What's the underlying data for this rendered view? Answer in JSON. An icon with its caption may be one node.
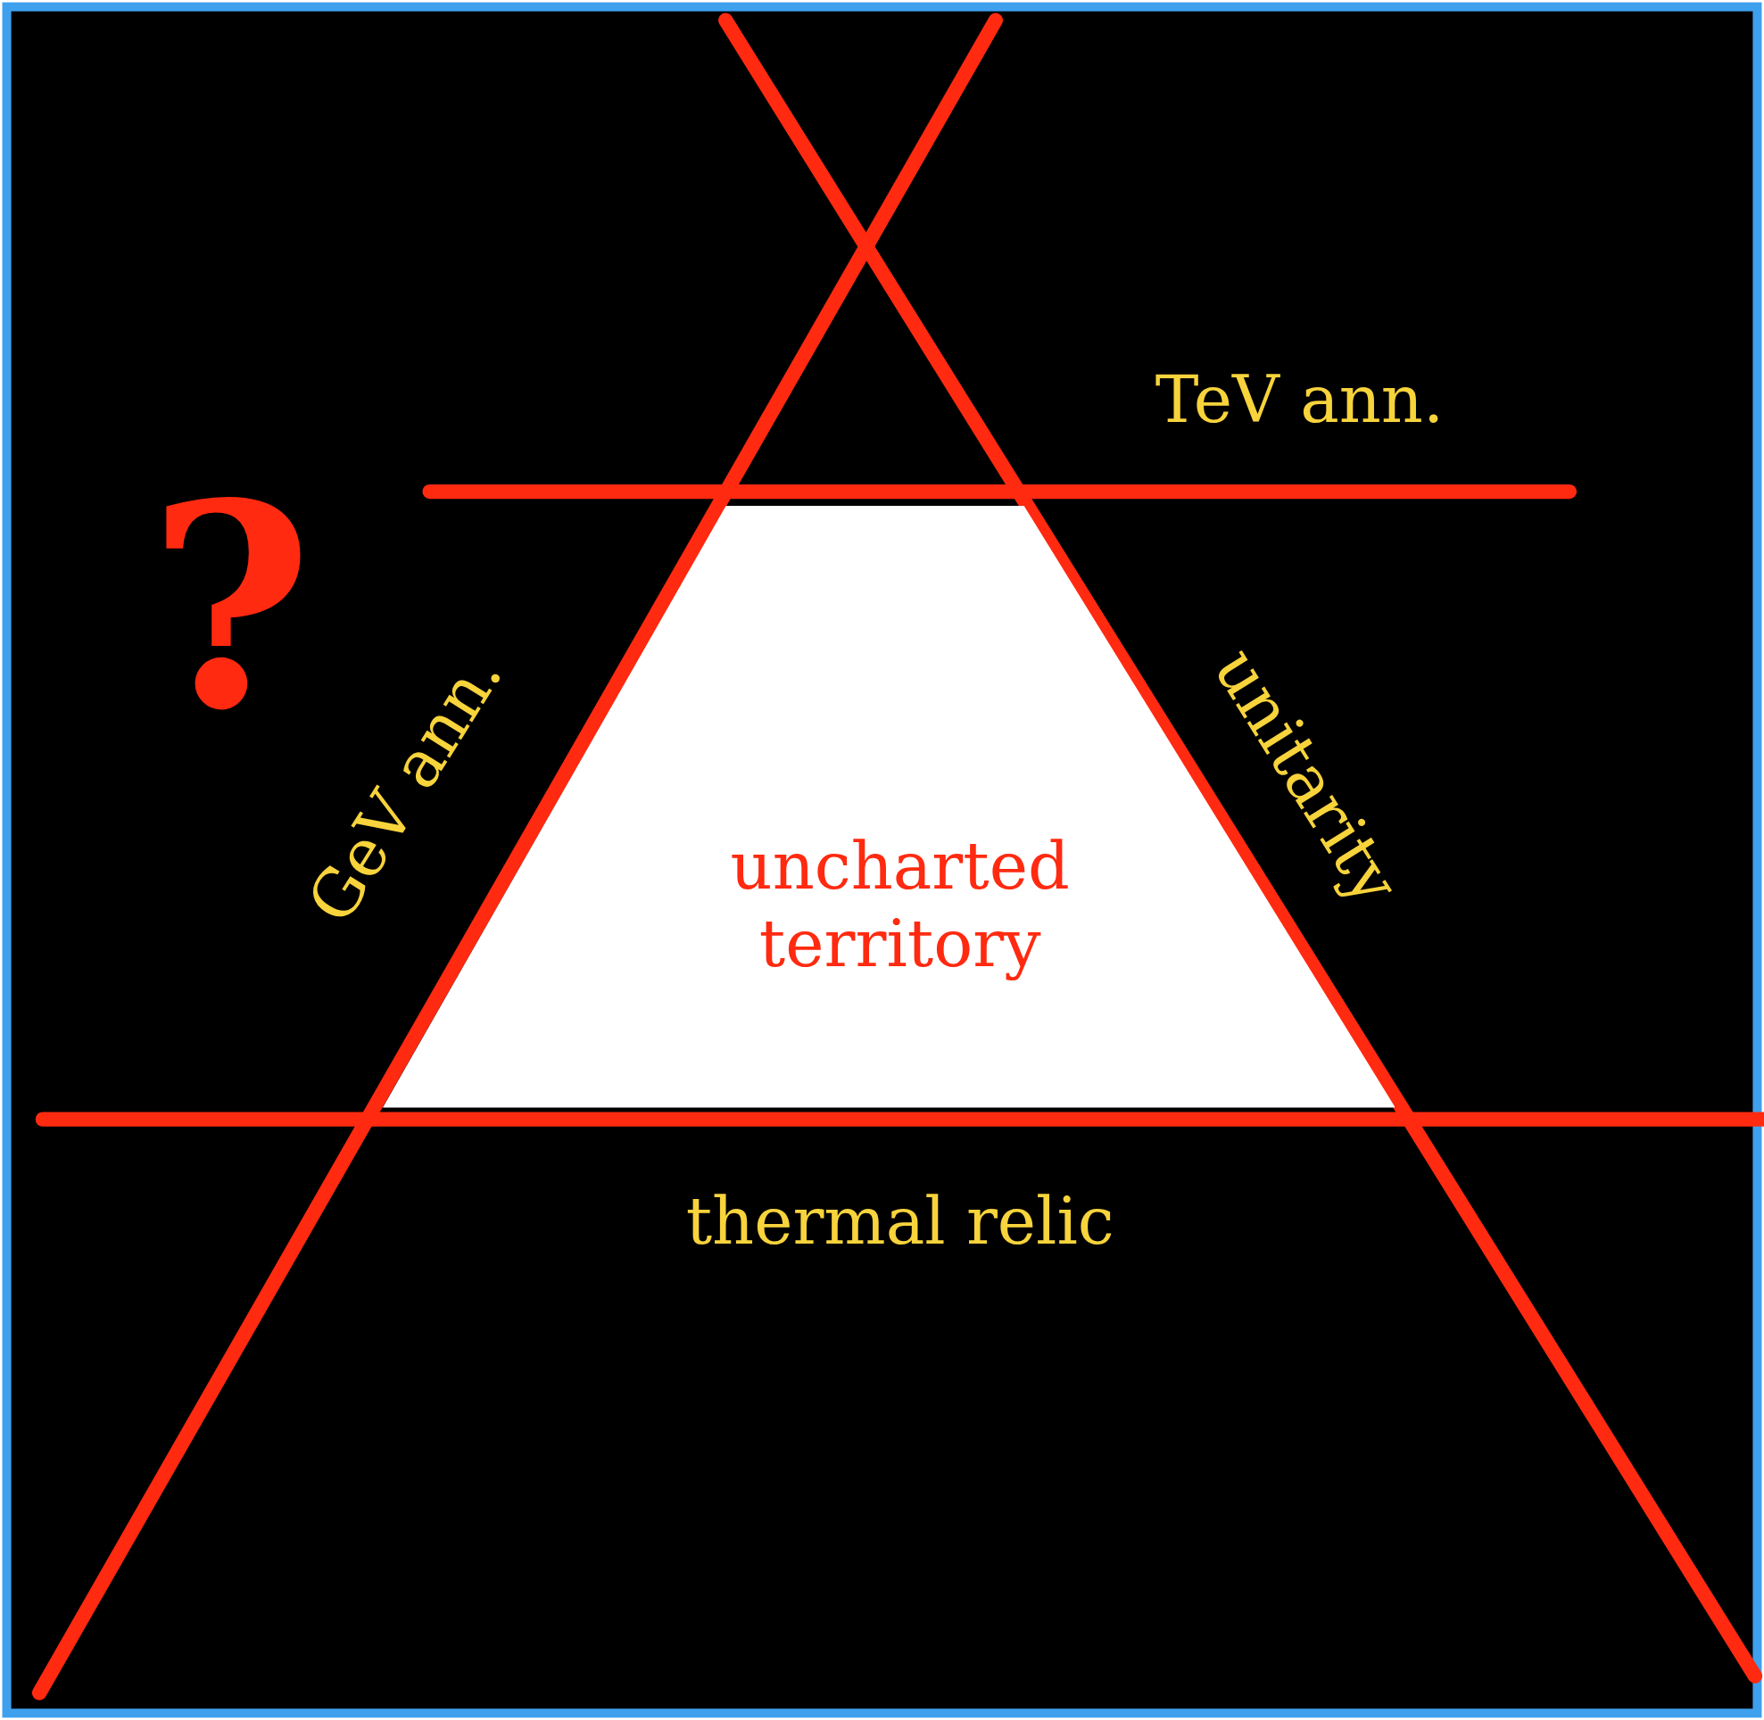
{
  "diagram": {
    "nodes": [
      {
        "text": [
          "uncharted territory"
        ]
      }
    ],
    "edges": [],
    "labels": [
      "TeV ann.",
      "?",
      "GeV ann.",
      "unitarity",
      "thermal relic"
    ]
  }
}
